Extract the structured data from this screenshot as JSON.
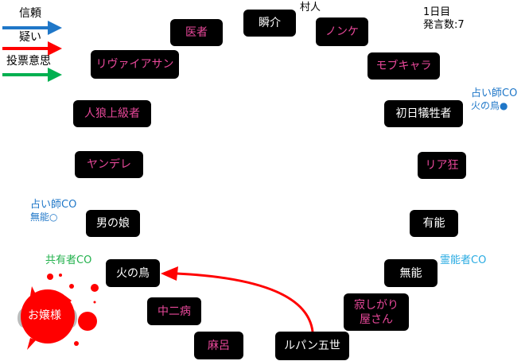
{
  "legend": {
    "trust": "信頼",
    "doubt": "疑い",
    "vote": "投票意思",
    "colors": {
      "trust": "#1f77c8",
      "doubt": "#ff0000",
      "vote": "#00b050"
    }
  },
  "status": {
    "day": "1日目",
    "posts": "発言数:7"
  },
  "villager_label": "村人",
  "players": [
    {
      "name": "瞬介",
      "color": "white"
    },
    {
      "name": "ノンケ",
      "color": "pink"
    },
    {
      "name": "医者",
      "color": "pink"
    },
    {
      "name": "リヴァイアサン",
      "color": "pink"
    },
    {
      "name": "モブキャラ",
      "color": "pink"
    },
    {
      "name": "人狼上級者",
      "color": "pink"
    },
    {
      "name": "初日犠牲者",
      "color": "white"
    },
    {
      "name": "ヤンデレ",
      "color": "pink"
    },
    {
      "name": "リア狂",
      "color": "pink"
    },
    {
      "name": "男の娘",
      "color": "white"
    },
    {
      "name": "有能",
      "color": "white"
    },
    {
      "name": "火の鳥",
      "color": "white"
    },
    {
      "name": "無能",
      "color": "white"
    },
    {
      "name": "中二病",
      "color": "pink"
    },
    {
      "name": "寂しがり屋さん",
      "color": "pink"
    },
    {
      "name": "麻呂",
      "color": "pink"
    },
    {
      "name": "ルパン五世",
      "color": "white"
    }
  ],
  "claims": {
    "seer1": {
      "title": "占い師CO",
      "result": "火の鳥●"
    },
    "seer2": {
      "title": "占い師CO",
      "result": "無能○"
    },
    "mason": "共有者CO",
    "medium": "霊能者CO"
  },
  "dead": {
    "name": "お嬢様"
  },
  "arrows": [
    {
      "type": "doubt",
      "from": "ルパン五世",
      "to": "火の鳥"
    }
  ]
}
